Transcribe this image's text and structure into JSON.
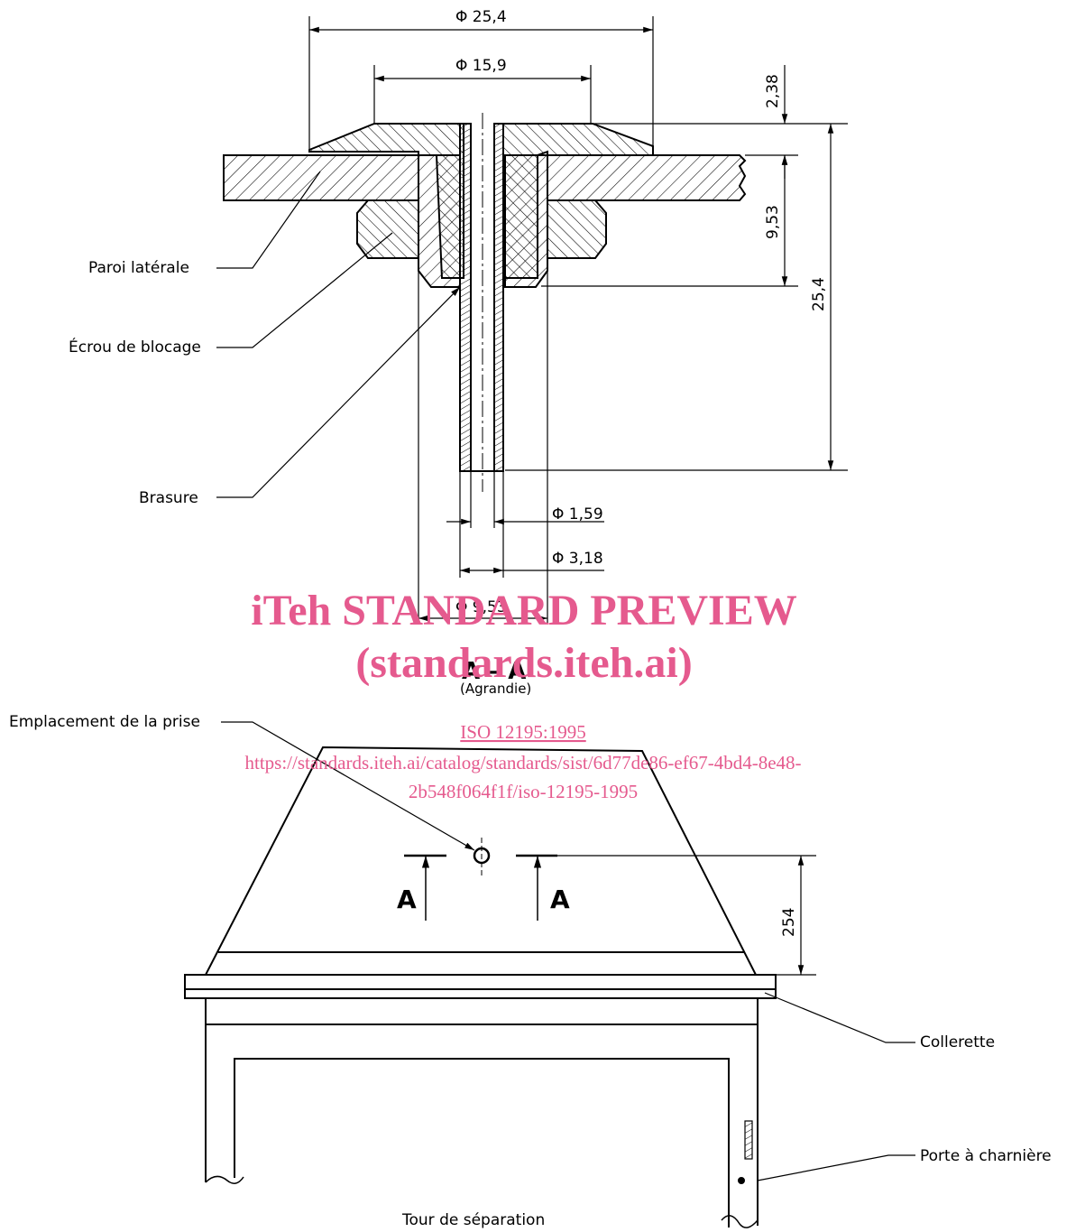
{
  "dimensions": {
    "d_25_4": "Φ 25,4",
    "d_15_9": "Φ 15,9",
    "h_2_38": "2,38",
    "h_9_53": "9,53",
    "h_25_4": "25,4",
    "d_1_59": "Φ 1,59",
    "d_3_18": "Φ 3,18",
    "d_9_53": "Φ 9,53",
    "h_254": "254"
  },
  "labels": {
    "paroi": "Paroi latérale",
    "ecrou": "Écrou de blocage",
    "brasure": "Brasure",
    "emplacement": "Emplacement de la prise",
    "collerette": "Collerette",
    "porte": "Porte à charnière",
    "tour": "Tour de séparation"
  },
  "section": {
    "title": "A – A",
    "subtitle": "(Agrandie)",
    "marker_left": "A",
    "marker_right": "A"
  },
  "watermark": {
    "line1": "iTeh STANDARD PREVIEW",
    "line2": "(standards.iteh.ai)",
    "line3": "ISO 12195:1995",
    "line4": "https://standards.iteh.ai/catalog/standards/sist/6d77de86-ef67-4bd4-8e48-",
    "line5": "2b548f064f1f/iso-12195-1995"
  },
  "colors": {
    "ink": "#000000",
    "watermark": "#e55a8e"
  }
}
